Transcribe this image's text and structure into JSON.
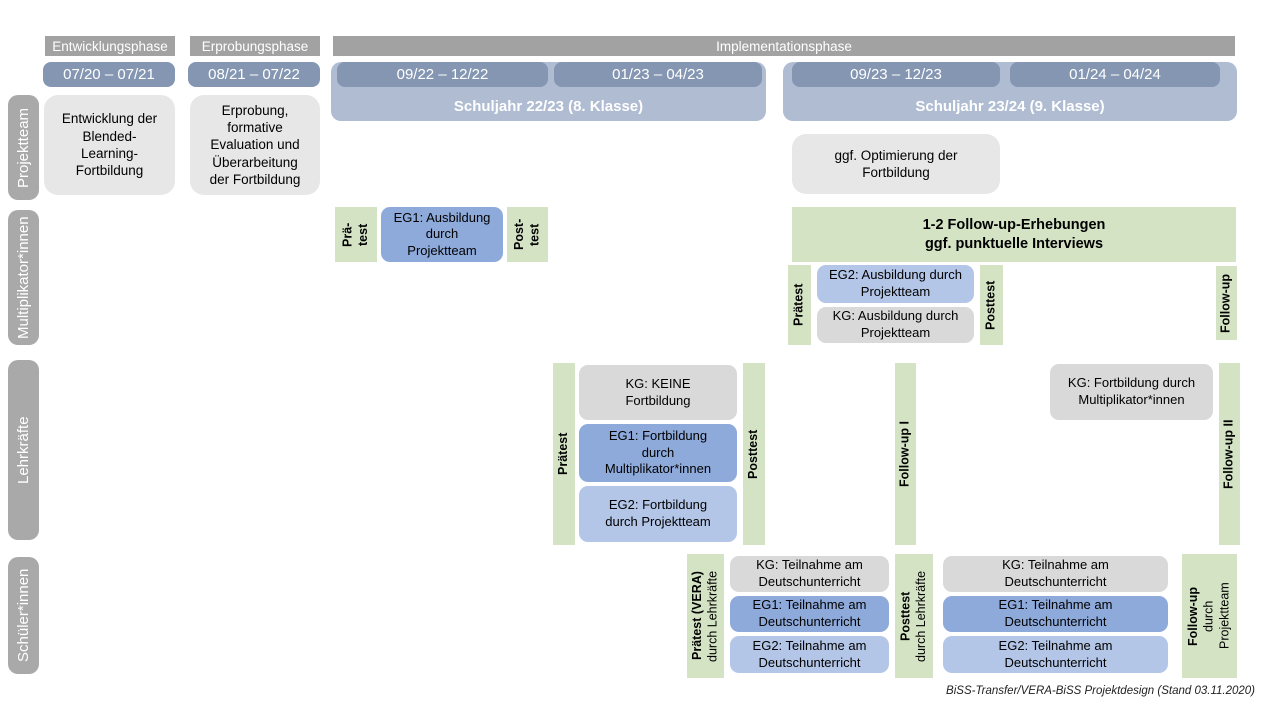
{
  "phases": {
    "entwicklung": "Entwicklungsphase",
    "erprobung": "Erprobungsphase",
    "implementation": "Implementationsphase"
  },
  "periods": [
    "07/20 – 07/21",
    "08/21 – 07/22",
    "09/22 – 12/22",
    "01/23 – 04/23",
    "09/23 – 12/23",
    "01/24 – 04/24"
  ],
  "school_years": {
    "y2223": "Schuljahr 22/23 (8. Klasse)",
    "y2324": "Schuljahr 23/24 (9. Klasse)"
  },
  "row_labels": {
    "projektteam": "Projektteam",
    "multiplikatoren": "Multiplikator*innen",
    "lehrkraefte": "Lehrkräfte",
    "schueler": "Schüler*innen"
  },
  "projektteam": {
    "entwicklung": "Entwicklung der\nBlended-\nLearning-\nFortbildung",
    "erprobung": "Erprobung,\nformative\nEvaluation und\nÜberarbeitung\nder Fortbildung",
    "optimierung": "ggf. Optimierung der\nFortbildung"
  },
  "multiplikatoren": {
    "praetest_22": "Prä-\ntest",
    "eg1_ausbildung": "EG1: Ausbildung\ndurch\nProjektteam",
    "posttest_22": "Post-\ntest",
    "followup_erhebungen": "1-2 Follow-up-Erhebungen\nggf. punktuelle Interviews",
    "praetest_23": "Prätest",
    "eg2_ausbildung": "EG2: Ausbildung durch\nProjektteam",
    "kg_ausbildung": "KG: Ausbildung durch\nProjektteam",
    "posttest_23": "Posttest",
    "followup": "Follow-up"
  },
  "lehrkraefte": {
    "praetest": "Prätest",
    "kg_keine": "KG: KEINE\nFortbildung",
    "eg1_fortbildung": "EG1: Fortbildung\ndurch\nMultiplikator*innen",
    "eg2_fortbildung": "EG2: Fortbildung\ndurch Projektteam",
    "posttest": "Posttest",
    "followup1": "Follow-up I",
    "kg_fortbildung": "KG: Fortbildung durch\nMultiplikator*innen",
    "followup2": "Follow-up II"
  },
  "schueler": {
    "praetest_main": "Prätest (VERA)",
    "praetest_sub": "durch Lehrkräfte",
    "kg_teilnahme": "KG: Teilnahme am\nDeutschunterricht",
    "eg1_teilnahme": "EG1: Teilnahme am\nDeutschunterricht",
    "eg2_teilnahme": "EG2: Teilnahme am\nDeutschunterricht",
    "posttest_main": "Posttest",
    "posttest_sub": "durch Lehrkräfte",
    "followup_main": "Follow-up",
    "followup_sub": "durch\nProjektteam"
  },
  "footer": "BiSS-Transfer/VERA-BiSS Projektdesign (Stand 03.11.2020)",
  "colors": {
    "phase_bar": "#a2a2a2",
    "period_bar": "#8496b2",
    "year_bar": "#afbcd2",
    "sidebar_bar": "#a9a9a9",
    "green": "#d4e3c4",
    "blue_eg1": "#8eaadb",
    "blue_eg2": "#b4c6e7",
    "gray_kg": "#d9d9d9",
    "gray_light": "#e8e7e7"
  }
}
